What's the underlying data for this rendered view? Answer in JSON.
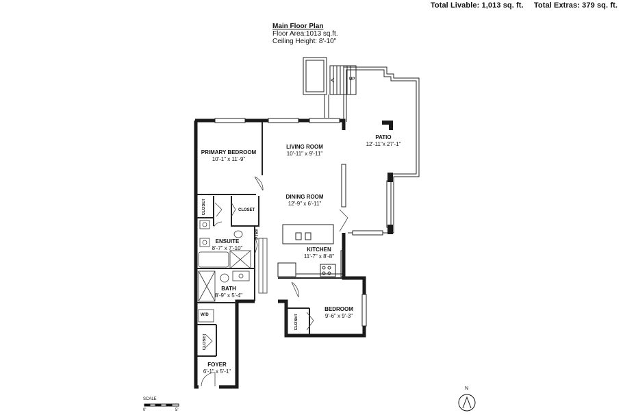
{
  "totals": {
    "livable": "Total Livable: 1,013 sq. ft.",
    "extras": "Total Extras: 379 sq. ft."
  },
  "floor": {
    "title": "Main Floor Plan",
    "area": "Floor Area:1013 sq.ft.",
    "ceiling": "Ceiling Height: 8'-10\""
  },
  "rooms": {
    "patio": {
      "name": "PATIO",
      "dims": "12'-11\"x 27'-1\""
    },
    "primary_bedroom": {
      "name": "PRIMARY BEDROOM",
      "dims": "10'-1\" x 11'-9\""
    },
    "living_room": {
      "name": "LIVING ROOM",
      "dims": "10'-11\" x 9'-11\""
    },
    "dining_room": {
      "name": "DINING ROOM",
      "dims": "12'-9\" x 6'-11\""
    },
    "ensuite": {
      "name": "ENSUITE",
      "dims": "8'-7\" x 7'-10\""
    },
    "kitchen": {
      "name": "KITCHEN",
      "dims": "11'-7\" x 8'-8\""
    },
    "bath": {
      "name": "BATH",
      "dims": "8'-9\" x 5'-4\""
    },
    "bedroom": {
      "name": "BEDROOM",
      "dims": "9'-6\" x 9'-3\""
    },
    "foyer": {
      "name": "FOYER",
      "dims": "6'-1\" x 5'-1\""
    }
  },
  "small_labels": {
    "closet_primary_left": "CLOSET",
    "closet_primary_walkin": "CLOSET",
    "pantry": "PTRY",
    "washer_dryer": "W/D",
    "closet_foyer": "CLOSET",
    "closet_bedroom": "CLOSET",
    "stairs_up": "UP"
  },
  "scale": {
    "title": "SCALE",
    "start": "0'",
    "end": "5'"
  },
  "compass": {
    "letter": "N",
    "icon": "north-arrow-icon"
  }
}
